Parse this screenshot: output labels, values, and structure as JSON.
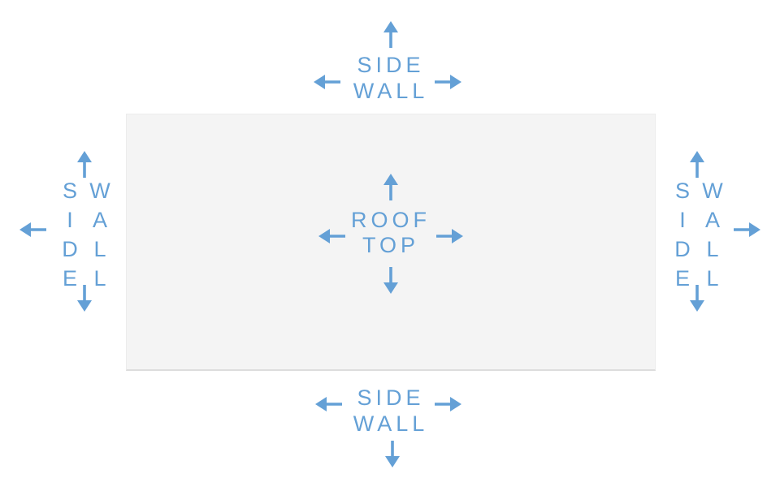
{
  "colors": {
    "accent": "#64a0d6",
    "panel_fill": "#f4f4f4",
    "panel_border": "#ececec",
    "panel_bottom_edge": "#dddddd",
    "background": "#ffffff"
  },
  "labels": {
    "center": {
      "line1": "ROOF",
      "line2": "TOP"
    },
    "top": {
      "line1": "SIDE",
      "line2": "WALL"
    },
    "bottom": {
      "line1": "SIDE",
      "line2": "WALL"
    },
    "left": {
      "word1": "SIDE",
      "word2": "WALL"
    },
    "right": {
      "word1": "SIDE",
      "word2": "WALL"
    }
  },
  "icons": {
    "up": "arrow-up-icon",
    "down": "arrow-down-icon",
    "left": "arrow-left-icon",
    "right": "arrow-right-icon"
  }
}
